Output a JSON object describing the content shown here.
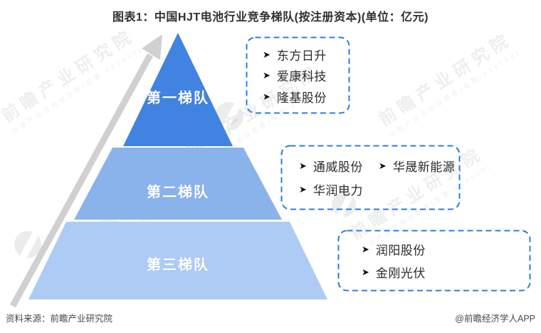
{
  "title": "图表1：中国HJT电池行业竞争梯队(按注册资本)(单位：亿元)",
  "bullet_icon": "➤",
  "colors": {
    "tier1": "#4183e0",
    "tier2": "#8ab3eb",
    "tier3": "#adcbf4",
    "box_border": "#2a7de2",
    "arrow": "#d0d0d0"
  },
  "pyramid": {
    "tiers": [
      {
        "label": "第一梯队"
      },
      {
        "label": "第二梯队"
      },
      {
        "label": "第三梯队"
      }
    ]
  },
  "boxes": [
    {
      "companies": [
        "东方日升",
        "爱康科技",
        "隆基股份"
      ]
    },
    {
      "companies": [
        "通威股份",
        "华晟新能源",
        "华润电力"
      ]
    },
    {
      "companies": [
        "润阳股份",
        "金刚光伏"
      ]
    }
  ],
  "watermark": {
    "brand": "前瞻产业研究院",
    "tagline": "中国产业咨询领导者(股票:839599)"
  },
  "footer": {
    "source": "资料来源：前瞻产业研究院",
    "credit": "@前瞻经济学人APP"
  }
}
